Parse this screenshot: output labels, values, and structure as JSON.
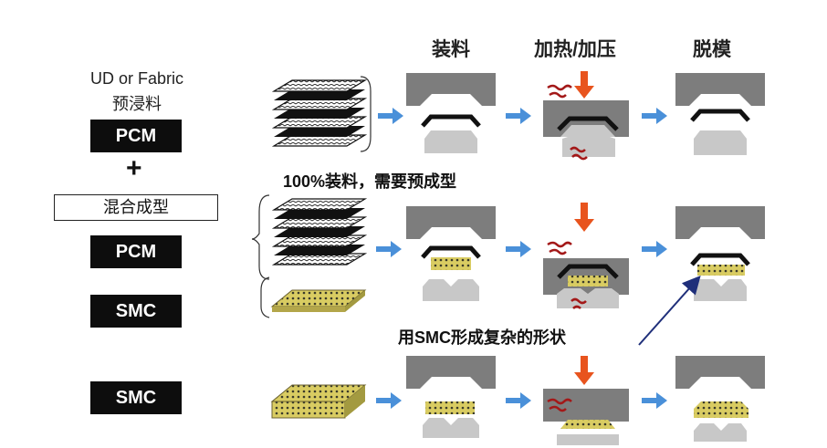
{
  "headers": {
    "charge": "装料",
    "heat_press": "加热/加压",
    "demold": "脱模"
  },
  "materials": {
    "prepreg_line1": "UD or Fabric",
    "prepreg_line2": "预浸料",
    "pcm_top": "PCM",
    "plus": "+",
    "hybrid": "混合成型",
    "pcm_mid": "PCM",
    "smc_mid": "SMC",
    "smc_bottom": "SMC"
  },
  "notes": {
    "full_charge": "100%装料，需要预成型",
    "smc_shape": "用SMC形成复杂的形状"
  },
  "colors": {
    "mold_dark": "#7d7d7d",
    "mold_light": "#c8c8c8",
    "arrow_blue": "#4a90d9",
    "press_arrow": "#e8541e",
    "heat_coil": "#a31818",
    "smc_fill": "#d9cc62",
    "annotation_arrow": "#1f2f7a"
  }
}
